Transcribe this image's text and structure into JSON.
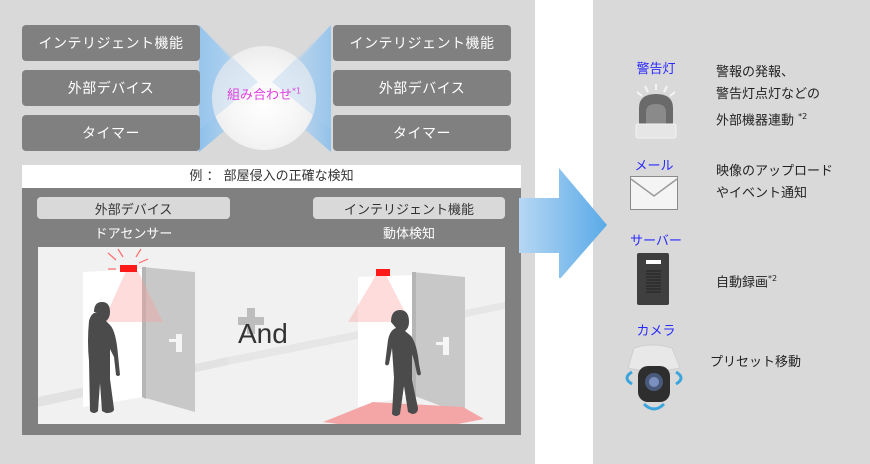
{
  "left_column": [
    "インテリジェント機能",
    "外部デバイス",
    "タイマー"
  ],
  "right_column": [
    "インテリジェント機能",
    "外部デバイス",
    "タイマー"
  ],
  "combine": {
    "label": "組み合わせ",
    "note": "*1"
  },
  "example": {
    "title": "例 ： 部屋侵入の正確な検知",
    "left": {
      "category": "外部デバイス",
      "caption": "ドアセンサー"
    },
    "right": {
      "category": "インテリジェント機能",
      "caption": "動体検知"
    },
    "operator_plus": "+",
    "operator_and": "And"
  },
  "outputs": [
    {
      "label": "警告灯",
      "icon": "warning-light-icon",
      "lines": [
        "警報の発報、",
        "警告灯点灯などの",
        "外部機器連動 "
      ],
      "note": "*2"
    },
    {
      "label": "メール",
      "icon": "mail-icon",
      "lines": [
        "映像のアップロード",
        "やイベント通知"
      ],
      "note": ""
    },
    {
      "label": "サーバー",
      "icon": "server-icon",
      "lines": [
        "自動録画"
      ],
      "note": "*2"
    },
    {
      "label": "カメラ",
      "icon": "camera-icon",
      "lines": [
        "プリセット移動"
      ],
      "note": ""
    }
  ],
  "colors": {
    "panel_bg": "#d9d9d9",
    "button_bg": "#808080",
    "accent_blue": "#5aaae8",
    "label_blue": "#2a2aff",
    "combine_pink": "#e040e0",
    "sensor_red": "#ff1a1a"
  }
}
